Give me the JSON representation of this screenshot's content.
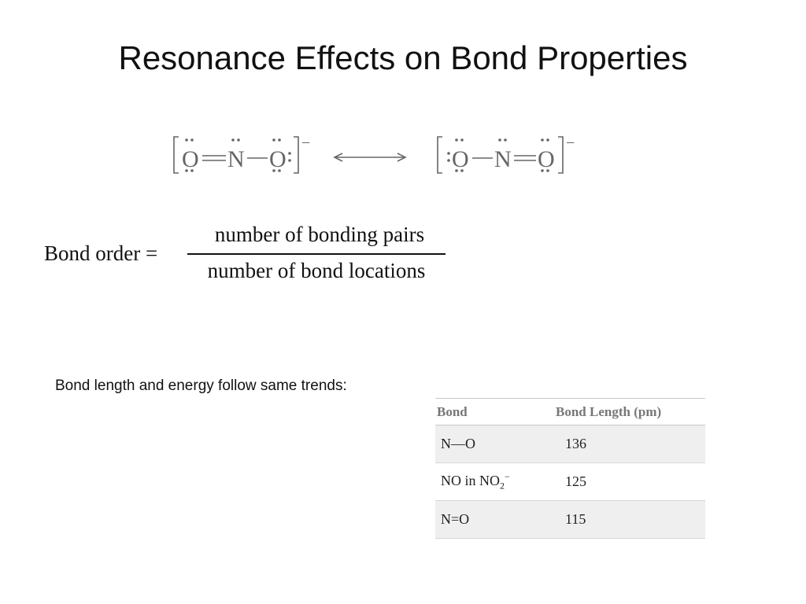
{
  "slide": {
    "title": "Resonance Effects on Bond Properties"
  },
  "resonance": {
    "structure1": {
      "atoms": [
        "O",
        "N",
        "O"
      ],
      "bonds": [
        "double",
        "single"
      ]
    },
    "structure2": {
      "atoms": [
        "O",
        "N",
        "O"
      ],
      "bonds": [
        "single",
        "double"
      ]
    },
    "charge": "−"
  },
  "formula": {
    "lhs": "Bond order =",
    "numerator": "number of bonding pairs",
    "denominator": "number of bond locations"
  },
  "note": "Bond length and energy follow same trends:",
  "table": {
    "headers": [
      "Bond",
      "Bond Length (pm)"
    ],
    "rows": [
      {
        "bond": "N—O",
        "length": "136"
      },
      {
        "bond_prefix": "NO in NO",
        "bond_sub": "2",
        "bond_sup": "−",
        "length": "125"
      },
      {
        "bond": "N=O",
        "length": "115"
      }
    ]
  }
}
